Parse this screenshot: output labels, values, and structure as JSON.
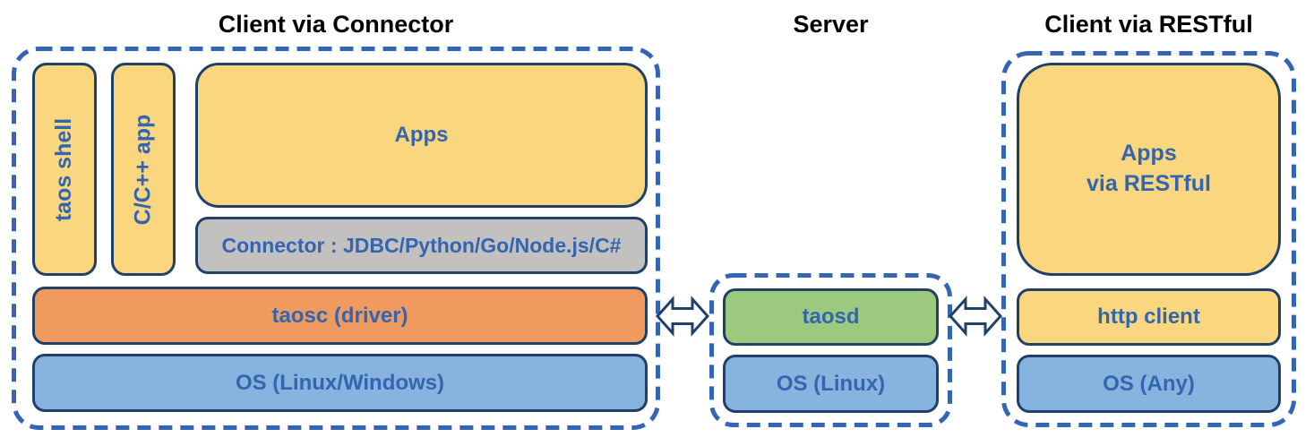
{
  "sections": {
    "client_connector": {
      "title": "Client via Connector",
      "boxes": {
        "taos_shell": "taos shell",
        "cpp_app": "C/C++ app",
        "apps": "Apps",
        "connector": "Connector : JDBC/Python/Go/Node.js/C#",
        "taosc": "taosc (driver)",
        "os": "OS (Linux/Windows)"
      }
    },
    "server": {
      "title": "Server",
      "boxes": {
        "taosd": "taosd",
        "os": "OS (Linux)"
      }
    },
    "client_restful": {
      "title": "Client via RESTful",
      "boxes": {
        "apps": "Apps\nvia RESTful",
        "http_client": "http client",
        "os": "OS (Any)"
      }
    }
  },
  "icons": {
    "left_arrow": "double-headed-arrow",
    "right_arrow": "double-headed-arrow"
  },
  "colors": {
    "yellow": "#FAD77E",
    "orange": "#F09A5F",
    "blue_box": "#86B4DF",
    "green": "#9DC97E",
    "gray": "#C2C1C0",
    "box_border": "#1F4068",
    "text_blue": "#3465B0",
    "dashed_border": "#3465B5",
    "title_color": "#000000"
  }
}
